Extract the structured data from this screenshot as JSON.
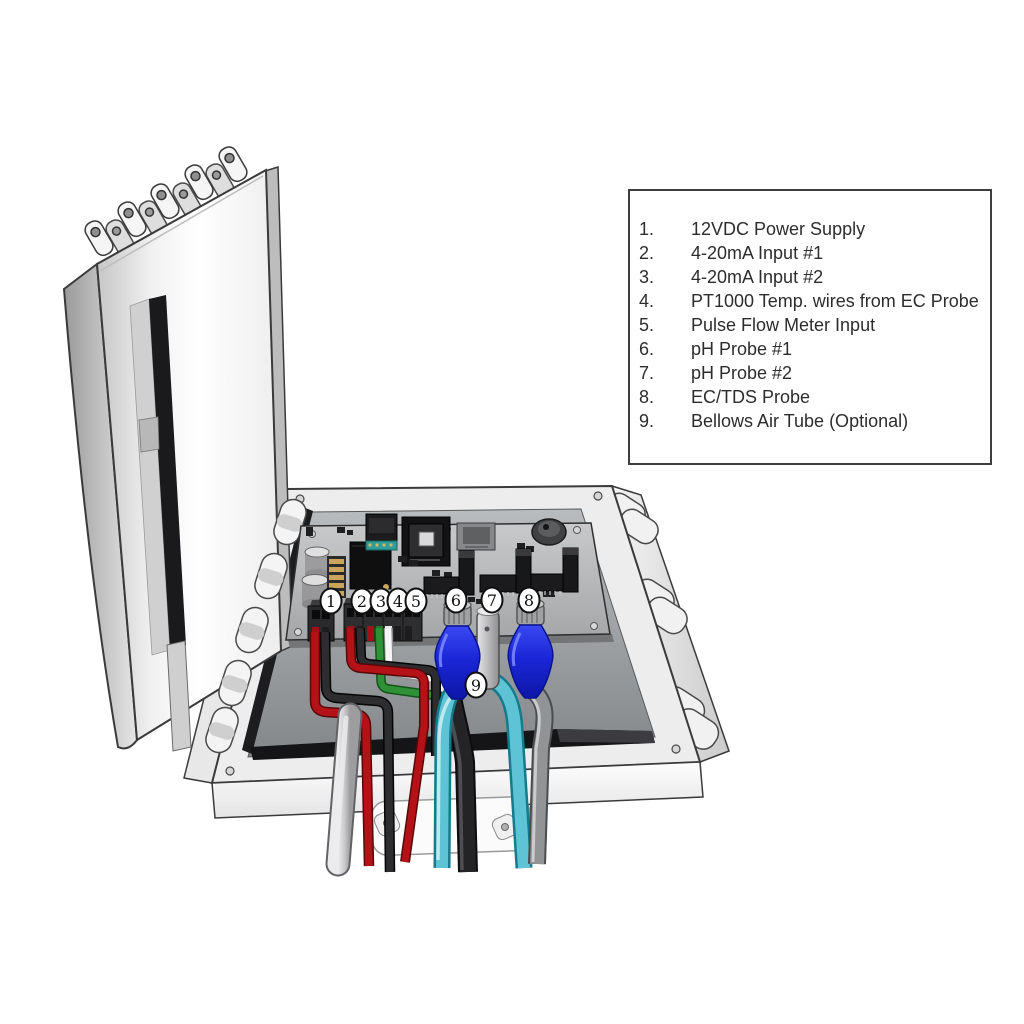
{
  "legend": {
    "items": [
      {
        "num": "1.",
        "text": "12VDC Power Supply"
      },
      {
        "num": "2.",
        "text": "4-20mA Input #1"
      },
      {
        "num": "3.",
        "text": "4-20mA Input #2"
      },
      {
        "num": "4.",
        "text": "PT1000 Temp. wires from EC Probe"
      },
      {
        "num": "5.",
        "text": "Pulse Flow Meter Input"
      },
      {
        "num": "6.",
        "text": "pH Probe #1"
      },
      {
        "num": "7.",
        "text": "pH Probe #2"
      },
      {
        "num": "8.",
        "text": "EC/TDS Probe"
      },
      {
        "num": "9.",
        "text": "Bellows Air Tube (Optional)"
      }
    ]
  },
  "callouts": {
    "c1": "1",
    "c2": "2",
    "c3": "3",
    "c4": "4",
    "c5": "5",
    "c6": "6",
    "c7": "7",
    "c8": "8",
    "c9": "9"
  },
  "colors": {
    "wire_red": "#b51218",
    "wire_black": "#2d2d30",
    "wire_green": "#2f9135",
    "wire_white": "#f6f6f6",
    "air_tube_cyan": "#5fc3d6",
    "bnc_connector_blue": "#1b27d8",
    "probe_cable_gray": "#919395",
    "pcb_gray": "#b6b8ba",
    "seal_black": "#141416",
    "legend_border": "#3f3f3f"
  }
}
